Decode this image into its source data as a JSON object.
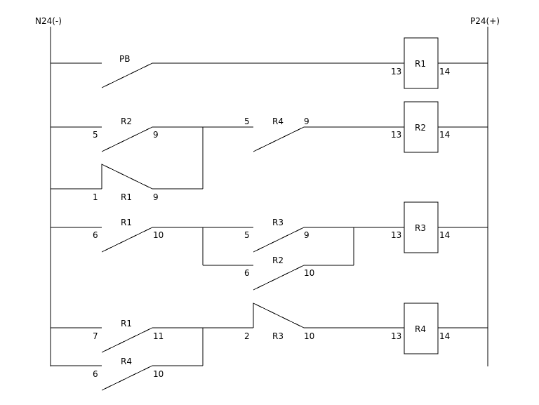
{
  "rails": {
    "negative_label": "N24(-)",
    "positive_label": "P24(+)"
  },
  "rungs": [
    {
      "coil": {
        "name": "R1",
        "pin_in": "13",
        "pin_out": "14"
      },
      "contacts": [
        {
          "name": "PB",
          "type": "NO",
          "pin_left": "",
          "pin_right": ""
        }
      ]
    },
    {
      "coil": {
        "name": "R2",
        "pin_in": "13",
        "pin_out": "14"
      },
      "contacts": [
        {
          "name": "R2",
          "type": "NO",
          "pin_left": "5",
          "pin_right": "9"
        },
        {
          "name": "R1",
          "type": "NC",
          "pin_left": "1",
          "pin_right": "9"
        },
        {
          "name": "R4",
          "type": "NO",
          "pin_left": "5",
          "pin_right": "9"
        }
      ]
    },
    {
      "coil": {
        "name": "R3",
        "pin_in": "13",
        "pin_out": "14"
      },
      "contacts": [
        {
          "name": "R1",
          "type": "NO",
          "pin_left": "6",
          "pin_right": "10"
        },
        {
          "name": "R3",
          "type": "NO",
          "pin_left": "5",
          "pin_right": "9"
        },
        {
          "name": "R2",
          "type": "NO",
          "pin_left": "6",
          "pin_right": "10"
        }
      ]
    },
    {
      "coil": {
        "name": "R4",
        "pin_in": "13",
        "pin_out": "14"
      },
      "contacts": [
        {
          "name": "R1",
          "type": "NO",
          "pin_left": "7",
          "pin_right": "11"
        },
        {
          "name": "R4",
          "type": "NO",
          "pin_left": "6",
          "pin_right": "10"
        },
        {
          "name": "R3",
          "type": "NC",
          "pin_left": "2",
          "pin_right": "10"
        }
      ]
    }
  ]
}
